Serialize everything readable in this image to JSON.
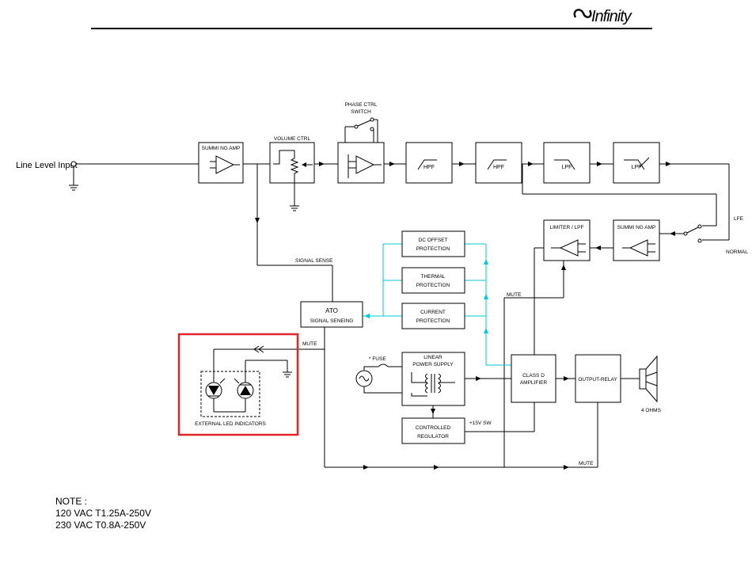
{
  "header": {
    "logo_text": "Infinity"
  },
  "diagram": {
    "input_label": "Line Level Input",
    "blocks": {
      "summing_amp_1": "SUMMI NG AMP",
      "volume_ctrl": "VOLUME CTRL",
      "phase_ctrl_line1": "PHASE CTRL",
      "phase_ctrl_line2": "SWITCH",
      "hpf_1": "HPF",
      "hpf_2": "HPF",
      "lpf_1": "LPF",
      "lpf_2": "LPF",
      "limiter_lpf": "LIMITER / LPF",
      "summing_amp_2": "SUMMI NG AMP",
      "dc_offset_line1": "DC OFFSET",
      "dc_offset_line2": "PROTECTION",
      "thermal_line1": "THERMAL",
      "thermal_line2": "PROTECTION",
      "current_line1": "CURRENT",
      "current_line2": "PROTECTION",
      "ato_line1": "ATO",
      "ato_line2": "SIGNAL SENEING",
      "fuse": "* FUSE",
      "linear_ps_line1": "LINEAR",
      "linear_ps_line2": "POWER SUPPLY",
      "class_d_line1": "CLASS  D",
      "class_d_line2": "AMPLIFIER",
      "output_relay": "OUTPUT-RELAY",
      "controlled_reg_line1": "CONTROLLED",
      "controlled_reg_line2": "REGULATOR"
    },
    "labels": {
      "lfe": "LFE",
      "normal": "NORMAL",
      "signal_sense": "SIGNAL SENSE",
      "mute_1": "MUTE",
      "mute_2": "MUTE",
      "mute_3": "MUTE",
      "plus15v": "+15V SW",
      "four_ohms": "4 OHMS",
      "external_led": "EXTERNAL LED INDICATORS"
    },
    "highlight_color": "#e0262b",
    "protection_line_color": "#00c8d2"
  },
  "note": {
    "title": "NOTE :",
    "line1": "120 VAC T1.25A-250V",
    "line2": "230 VAC T0.8A-250V"
  }
}
